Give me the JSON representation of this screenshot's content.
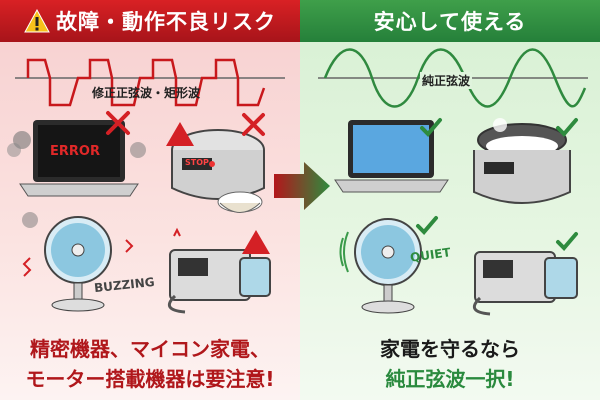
{
  "left": {
    "title": "故障・動作不良リスク",
    "wave_label": "修正正弦波・矩形波",
    "laptop_screen": "ERROR",
    "cooker_display": "STOP",
    "fan_sound": "BUZZING",
    "footer_line1": "精密機器、マイコン家電、",
    "footer_line2": "モーター搭載機器は要注意!"
  },
  "right": {
    "title": "安心して使える",
    "wave_label": "純正弦波",
    "fan_sound": "QUIET",
    "footer_line1": "家電を守るなら",
    "footer_line2": "純正弦波一択!"
  },
  "colors": {
    "danger": "#c0181a",
    "safe": "#2e8b3e"
  }
}
